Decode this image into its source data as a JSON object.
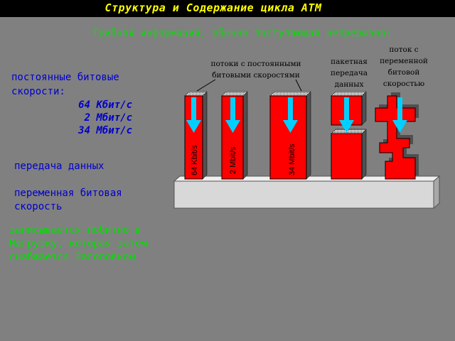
{
  "title": "Структура и Содержание цикла ATM",
  "subtitle": "Трибная информация, обычно поступающая непрерывно:",
  "left": {
    "cbr_line1": "постоянные битовые",
    "cbr_line2": "скорости:",
    "rate1": "64 Кбит/с",
    "rate2": "2 Мбит/с",
    "rate3": "34 Мбит/с",
    "data": "передача данных",
    "vbr_line1": "переменная битовая",
    "vbr_line2": "скорость"
  },
  "note": {
    "line1": "записывается побитно в",
    "line2": "Нагрузку, которая затем",
    "line3": "снабжается Заголовком"
  },
  "labels": {
    "cbr_group_line1": "потоки с постоянными",
    "cbr_group_line2": "битовыми скоростями",
    "packet_line1": "пакетная",
    "packet_line2": "передача",
    "packet_line3": "данных",
    "vbr_line1": "поток с",
    "vbr_line2": "переменной",
    "vbr_line3": "битовой",
    "vbr_line4": "скоростью"
  },
  "bars": {
    "bar1": "64 Kbit/s",
    "bar2": "2 Mbit/s",
    "bar3": "34 Mbit/s"
  },
  "colors": {
    "stream": "#ff0000",
    "arrow": "#00d0ff",
    "platform": "#d8d8d8",
    "title": "#ffff00",
    "note": "#00e000",
    "text": "#0000cc"
  }
}
